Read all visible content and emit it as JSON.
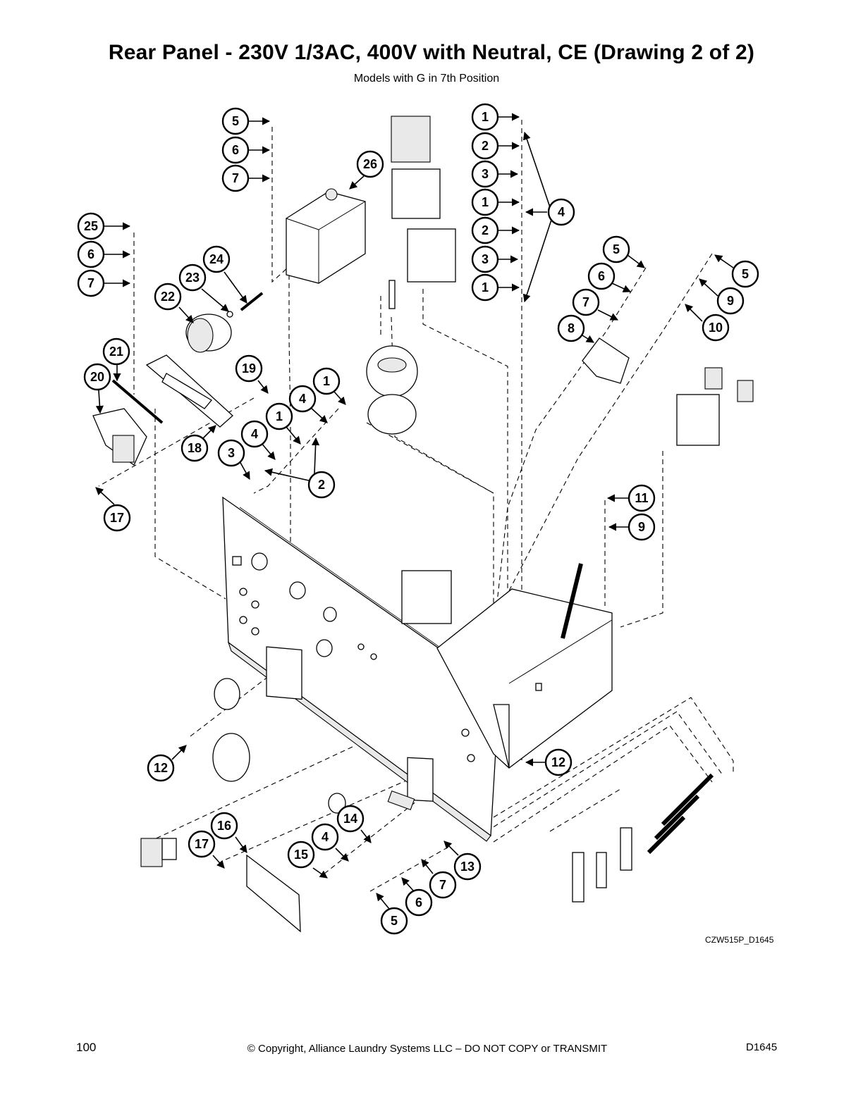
{
  "title": "Rear Panel - 230V 1/3AC, 400V with Neutral, CE (Drawing 2 of 2)",
  "subtitle": "Models with G in 7th Position",
  "drawing_code": "CZW515P_D1645",
  "footer": {
    "page_number": "100",
    "copyright": "© Copyright, Alliance Laundry Systems LLC – DO NOT COPY or TRANSMIT",
    "doc_code": "D1645"
  },
  "callouts": {
    "c_5a": "5",
    "c_6a": "6",
    "c_7a": "7",
    "c_26": "26",
    "c_1a": "1",
    "c_2a": "2",
    "c_3a": "3",
    "c_1b": "1",
    "c_2b": "2",
    "c_3b": "3",
    "c_1c": "1",
    "c_4a": "4",
    "c_25": "25",
    "c_6b": "6",
    "c_7b": "7",
    "c_24": "24",
    "c_23": "23",
    "c_22": "22",
    "c_5b": "5",
    "c_6c": "6",
    "c_7c": "7",
    "c_8": "8",
    "c_5c": "5",
    "c_9a": "9",
    "c_10": "10",
    "c_21": "21",
    "c_20": "20",
    "c_19": "19",
    "c_1d": "1",
    "c_4b": "4",
    "c_1e": "1",
    "c_4c": "4",
    "c_18": "18",
    "c_3c": "3",
    "c_2c": "2",
    "c_17a": "17",
    "c_11": "11",
    "c_9b": "9",
    "c_12a": "12",
    "c_12b": "12",
    "c_14": "14",
    "c_16": "16",
    "c_4d": "4",
    "c_17b": "17",
    "c_15": "15",
    "c_13": "13",
    "c_7d": "7",
    "c_6d": "6",
    "c_5d": "5"
  }
}
